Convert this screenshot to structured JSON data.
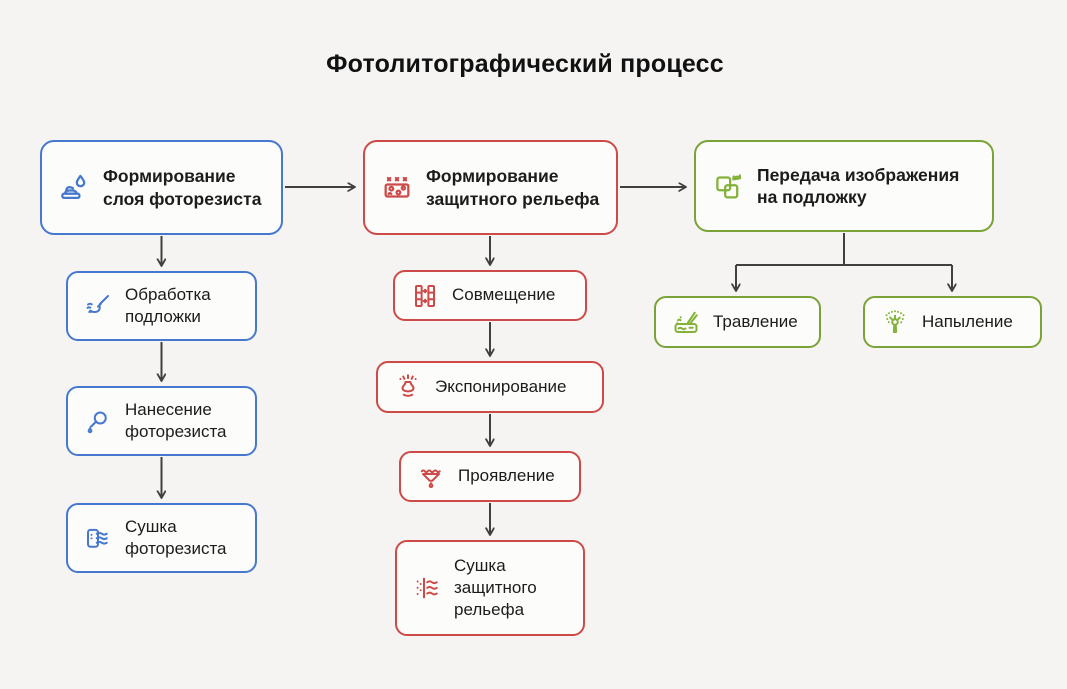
{
  "title": "Фотолитографический процесс",
  "colors": {
    "background": "#f5f4f2",
    "box_fill": "#fcfcfa",
    "blue": "#4678cd",
    "red": "#cd4a48",
    "green": "#7aa337",
    "arrow": "#404040",
    "text": "#1c1c1c"
  },
  "columns": [
    {
      "id": "photoresist-layer",
      "color": "blue",
      "header": {
        "label": "Формирование слоя фоторезиста",
        "icon": "resist-coating-icon"
      },
      "steps": [
        {
          "label": "Обработка подложки",
          "icon": "substrate-cleaning-icon"
        },
        {
          "label": "Нанесение фоторезиста",
          "icon": "resist-dropper-icon"
        },
        {
          "label": "Сушка фоторезиста",
          "icon": "resist-drying-icon"
        }
      ]
    },
    {
      "id": "protective-relief",
      "color": "red",
      "header": {
        "label": "Формирование защитного рельефа",
        "icon": "mask-pattern-icon"
      },
      "steps": [
        {
          "label": "Совмещение",
          "icon": "alignment-icon"
        },
        {
          "label": "Экспонирование",
          "icon": "exposure-icon"
        },
        {
          "label": "Проявление",
          "icon": "development-icon"
        },
        {
          "label": "Сушка защитного рельефа",
          "icon": "relief-drying-icon"
        }
      ]
    },
    {
      "id": "image-transfer",
      "color": "green",
      "header": {
        "label": "Передача изображения на подложку",
        "icon": "image-transfer-icon"
      },
      "steps": [
        {
          "label": "Травление",
          "icon": "etching-icon"
        },
        {
          "label": "Напыление",
          "icon": "sputtering-icon"
        }
      ]
    }
  ]
}
